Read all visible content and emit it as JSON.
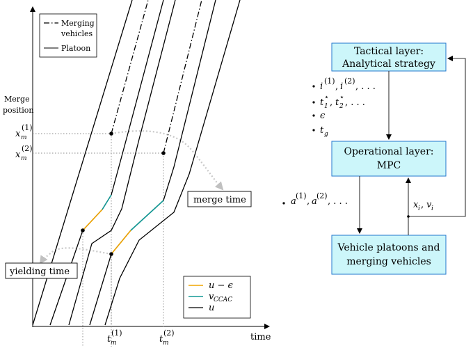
{
  "plot": {
    "axes": {
      "y_label_line1": "Merge",
      "y_label_line2": "position",
      "x_label": "time"
    },
    "y_ticks": [
      {
        "base": "x",
        "sub": "m",
        "sup": "(1)"
      },
      {
        "base": "x",
        "sub": "m",
        "sup": "(2)"
      }
    ],
    "x_ticks": [
      {
        "base": "t",
        "sub": "m",
        "sup": "(1)"
      },
      {
        "base": "t",
        "sub": "m",
        "sup": "(2)"
      }
    ],
    "legend_top": {
      "merging_line1": "Merging",
      "merging_line2": "vehicles",
      "platoon": "Platoon"
    },
    "legend_bottom": {
      "accel": "u − ϵ",
      "ccac": "v",
      "ccac_sub": "CCAC",
      "u": "u"
    },
    "callouts": {
      "merge_time": "merge time",
      "yielding_time": "yielding time"
    },
    "colors": {
      "accel": "#f0a500",
      "ccac": "#139a96",
      "trajectory": "#000000"
    }
  },
  "flow": {
    "tactical": {
      "line1": "Tactical layer:",
      "line2": "Analytical strategy"
    },
    "operational": {
      "line1": "Operational layer:",
      "line2": "MPC"
    },
    "vehicles": {
      "line1": "Vehicle platoons and",
      "line2": "merging vehicles"
    },
    "tactical_outputs": [
      {
        "base": "i",
        "sup1": "(1)",
        "sep": ", ",
        "base2": "i",
        "sup2": "(2)",
        "tail": ", . . ."
      },
      {
        "base": "t",
        "sub1": "1",
        "sup1": "⋆",
        "sep": ", ",
        "base2": "t",
        "sub2": "2",
        "sup2": "⋆",
        "tail": ", . . ."
      },
      {
        "base": "ϵ"
      },
      {
        "base": "t",
        "sub1": "g"
      }
    ],
    "controls": {
      "base": "a",
      "sup1": "(1)",
      "sep": ", ",
      "base2": "a",
      "sup2": "(2)",
      "tail": ", . . ."
    },
    "feedback": {
      "base": "x",
      "sub1": "i",
      "sep": ", ",
      "base2": "v",
      "sub2": "i"
    },
    "box_fill": "#ccf6fa",
    "box_stroke": "#2277cc"
  }
}
